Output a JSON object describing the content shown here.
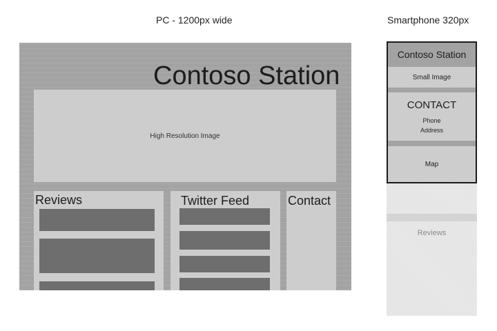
{
  "pc": {
    "caption": "PC - 1200px wide",
    "title": "Contoso Station",
    "hero_label": "High Resolution Image",
    "reviews_heading": "Reviews",
    "twitter_heading": "Twitter Feed",
    "contact_heading": "Contact"
  },
  "phone": {
    "caption": "Smartphone 320px",
    "title": "Contoso Station",
    "image_label": "Small Image",
    "contact_heading": "CONTACT",
    "phone_label": "Phone",
    "address_label": "Address",
    "map_label": "Map",
    "reviews_label": "Reviews"
  },
  "colors": {
    "frame_gray": "#a3a3a3",
    "panel_gray": "#cdcdcd",
    "bar_gray": "#6e6e6e",
    "outline": "#1a1a1a"
  }
}
